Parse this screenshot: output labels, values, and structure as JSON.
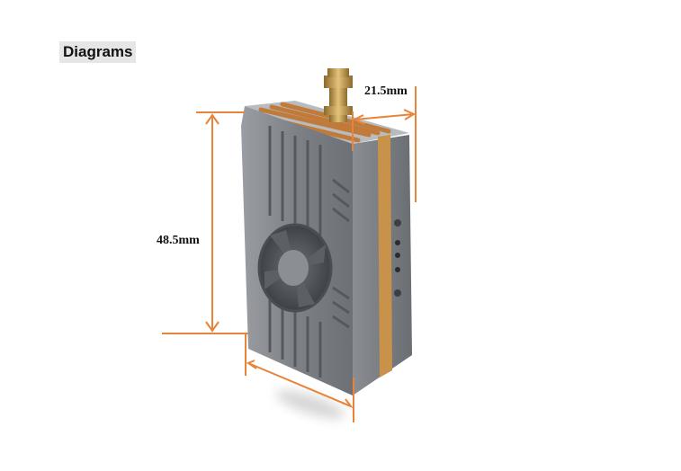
{
  "section_heading": "Diagrams",
  "dimensions": {
    "height_label": "48.5mm",
    "depth_label": "21.5mm"
  },
  "colors": {
    "dimension_line": "#e8843a",
    "housing": "#8a8e93",
    "copper_band": "#c8924a",
    "connector_gold": "#c9a253"
  }
}
